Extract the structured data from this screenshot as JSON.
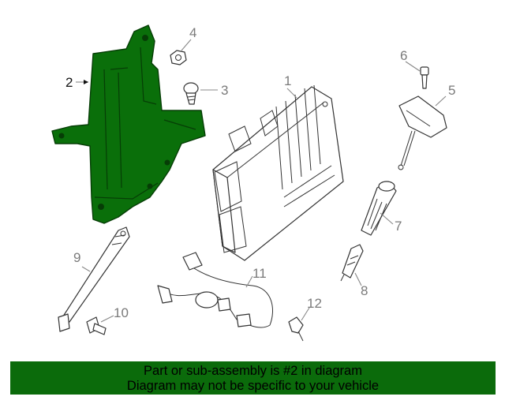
{
  "callouts": {
    "c1": "1",
    "c2": "2",
    "c3": "3",
    "c4": "4",
    "c5": "5",
    "c6": "6",
    "c7": "7",
    "c8": "8",
    "c9": "9",
    "c10": "10",
    "c11": "11",
    "c12": "12"
  },
  "banner": {
    "line1": "Part or sub-assembly is #2 in diagram",
    "line2": "Diagram may not be specific to your vehicle"
  },
  "colors": {
    "highlight_part": "#0a6f0a",
    "banner_background": "#0b6b0b"
  }
}
